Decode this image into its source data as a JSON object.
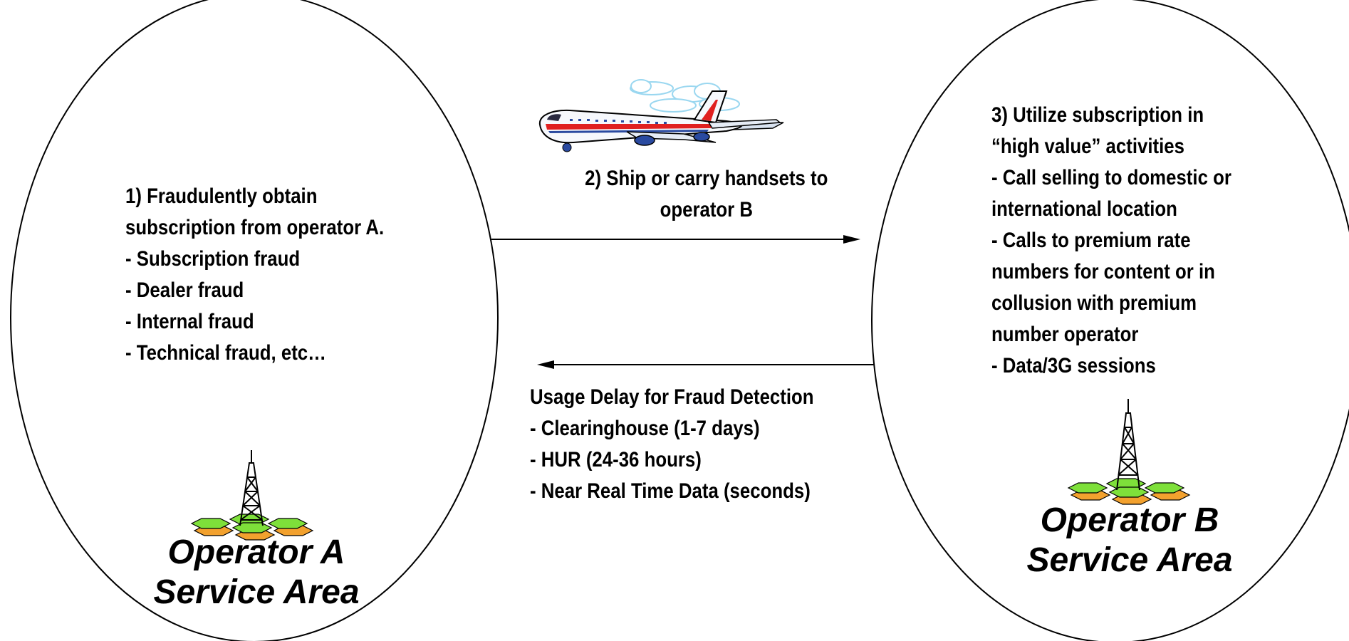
{
  "operator_a": {
    "steps": [
      "1) Fraudulently obtain",
      "subscription from operator A.",
      "- Subscription fraud",
      "- Dealer fraud",
      "- Internal fraud",
      "- Technical fraud, etc…"
    ],
    "area_title": [
      "Operator A",
      "Service Area"
    ]
  },
  "transfer": {
    "lines": [
      "2) Ship or carry handsets to",
      "operator B"
    ]
  },
  "usage_delay": {
    "lines": [
      "Usage Delay for Fraud Detection",
      "- Clearinghouse (1-7 days)",
      "- HUR (24-36 hours)",
      "- Near Real Time Data (seconds)"
    ]
  },
  "operator_b": {
    "steps": [
      "3)  Utilize subscription in",
      "“high value” activities",
      "- Call selling to domestic or",
      "international location",
      "- Calls to premium rate",
      "numbers for content or in",
      "collusion with premium",
      "number operator",
      "- Data/3G sessions"
    ],
    "area_title": [
      "Operator B",
      "Service Area"
    ]
  },
  "colors": {
    "hex_green": "#7ee03a",
    "hex_orange": "#f2a12e",
    "plane_red": "#e02020",
    "cloud_blue": "#9ad7f0"
  }
}
